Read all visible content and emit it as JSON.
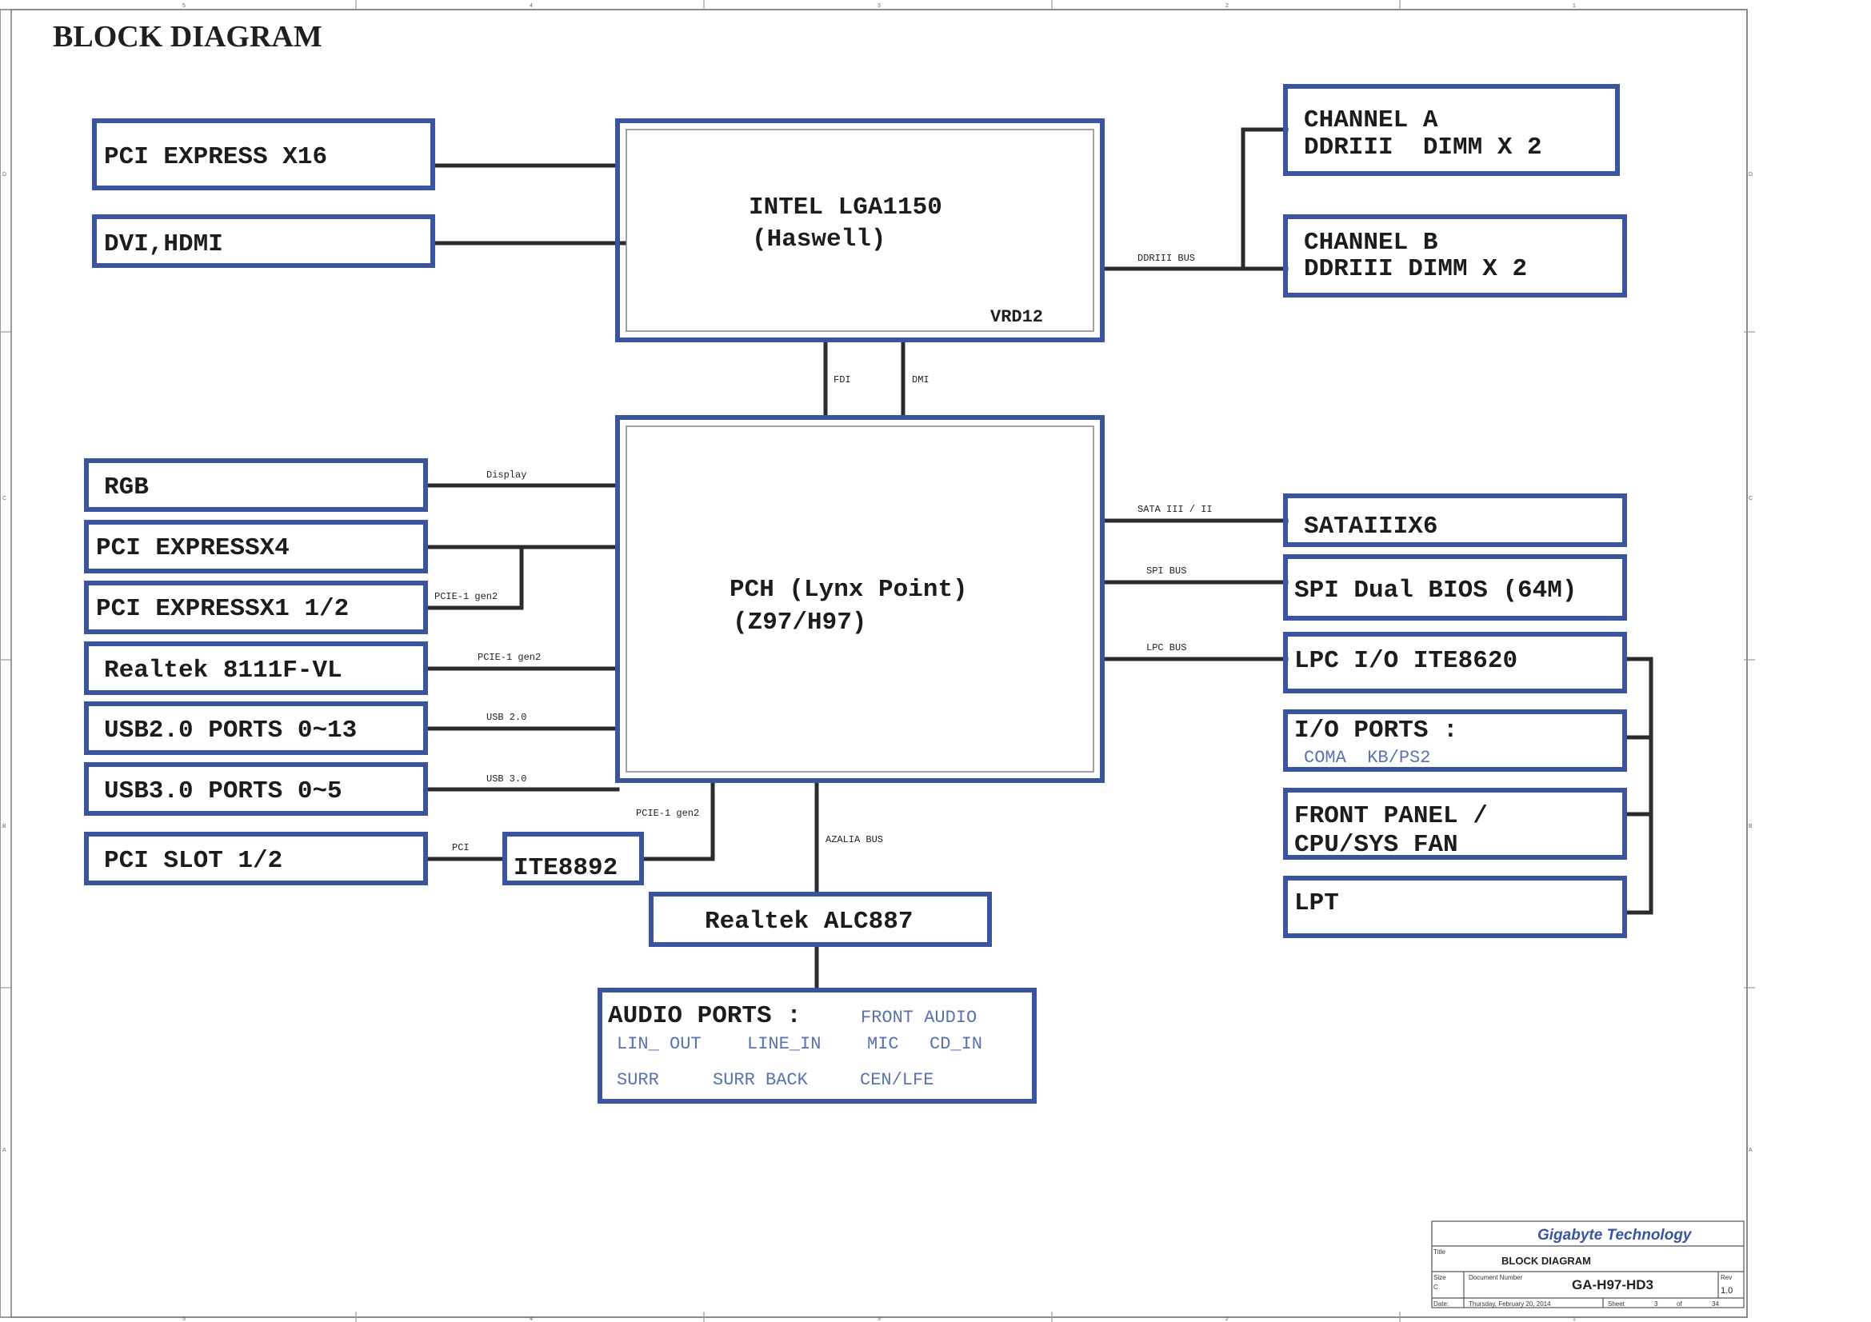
{
  "title": "BLOCK DIAGRAM",
  "colors": {
    "box_border": "#3a54a0",
    "wire": "#2b2b2b",
    "subtext": "#5b72b0"
  },
  "zones": {
    "top": [
      "5",
      "4",
      "3",
      "2",
      "1"
    ],
    "side": [
      "D",
      "C",
      "B",
      "A"
    ]
  },
  "blocks": {
    "cpu": {
      "line1": "INTEL LGA1150",
      "line2": "(Haswell)",
      "vrd": "VRD12"
    },
    "pch": {
      "line1": "PCH (Lynx Point)",
      "line2": "(Z97/H97)"
    },
    "pcie_x16": "PCI EXPRESS X16",
    "dvi_hdmi": "DVI,HDMI",
    "channel_a": {
      "line1": "CHANNEL A",
      "line2": "DDRIII  DIMM X 2"
    },
    "channel_b": {
      "line1": "CHANNEL B",
      "line2": "DDRIII DIMM X 2"
    },
    "rgb": "RGB",
    "pcie_x4": "PCI EXPRESSX4",
    "pcie_x1": "PCI EXPRESSX1 1/2",
    "lan": "Realtek 8111F-VL",
    "usb2": "USB2.0 PORTS 0~13",
    "usb3": "USB3.0 PORTS 0~5",
    "pci_slot": "PCI SLOT 1/2",
    "ite8892": "ITE8892",
    "audio_codec": "Realtek ALC887",
    "sata": "SATAIIIX6",
    "spi": "SPI Dual BIOS (64M)",
    "lpc_io": "LPC I/O ITE8620",
    "io_ports": {
      "line1": "I/O PORTS :",
      "sub": "COMA  KB/PS2"
    },
    "front_panel": {
      "line1": "FRONT PANEL /",
      "line2": "CPU/SYS FAN"
    },
    "lpt": "LPT",
    "audio_ports": {
      "line1": "AUDIO PORTS :",
      "front_audio": "FRONT AUDIO",
      "lin_out": "LIN_ OUT",
      "line_in": "LINE_IN",
      "mic": "MIC",
      "cd_in": "CD_IN",
      "surr": "SURR",
      "surr_back": "SURR BACK",
      "cen_lfe": "CEN/LFE"
    }
  },
  "buses": {
    "ddr": "DDRIII BUS",
    "fdi": "FDI",
    "dmi": "DMI",
    "display": "Display",
    "pcie_gen2_a": "PCIE-1 gen2",
    "pcie_gen2_b": "PCIE-1 gen2",
    "pcie_gen2_c": "PCIE-1 gen2",
    "usb20": "USB 2.0",
    "usb30": "USB 3.0",
    "pci": "PCI",
    "azalia": "AZALIA BUS",
    "sata": "SATA III / II",
    "spi": "SPI BUS",
    "lpc": "LPC BUS"
  },
  "title_block": {
    "company": "Gigabyte Technology",
    "title_label": "Title",
    "title": "BLOCK DIAGRAM",
    "size_label": "Size",
    "size": "C",
    "doc_label": "Document Number",
    "doc": "GA-H97-HD3",
    "rev_label": "Rev",
    "rev": "1.0",
    "date_label": "Date:",
    "date": "Thursday, February 20, 2014",
    "sheet_label": "Sheet",
    "sheet": "3",
    "of_label": "of",
    "total": "34"
  }
}
